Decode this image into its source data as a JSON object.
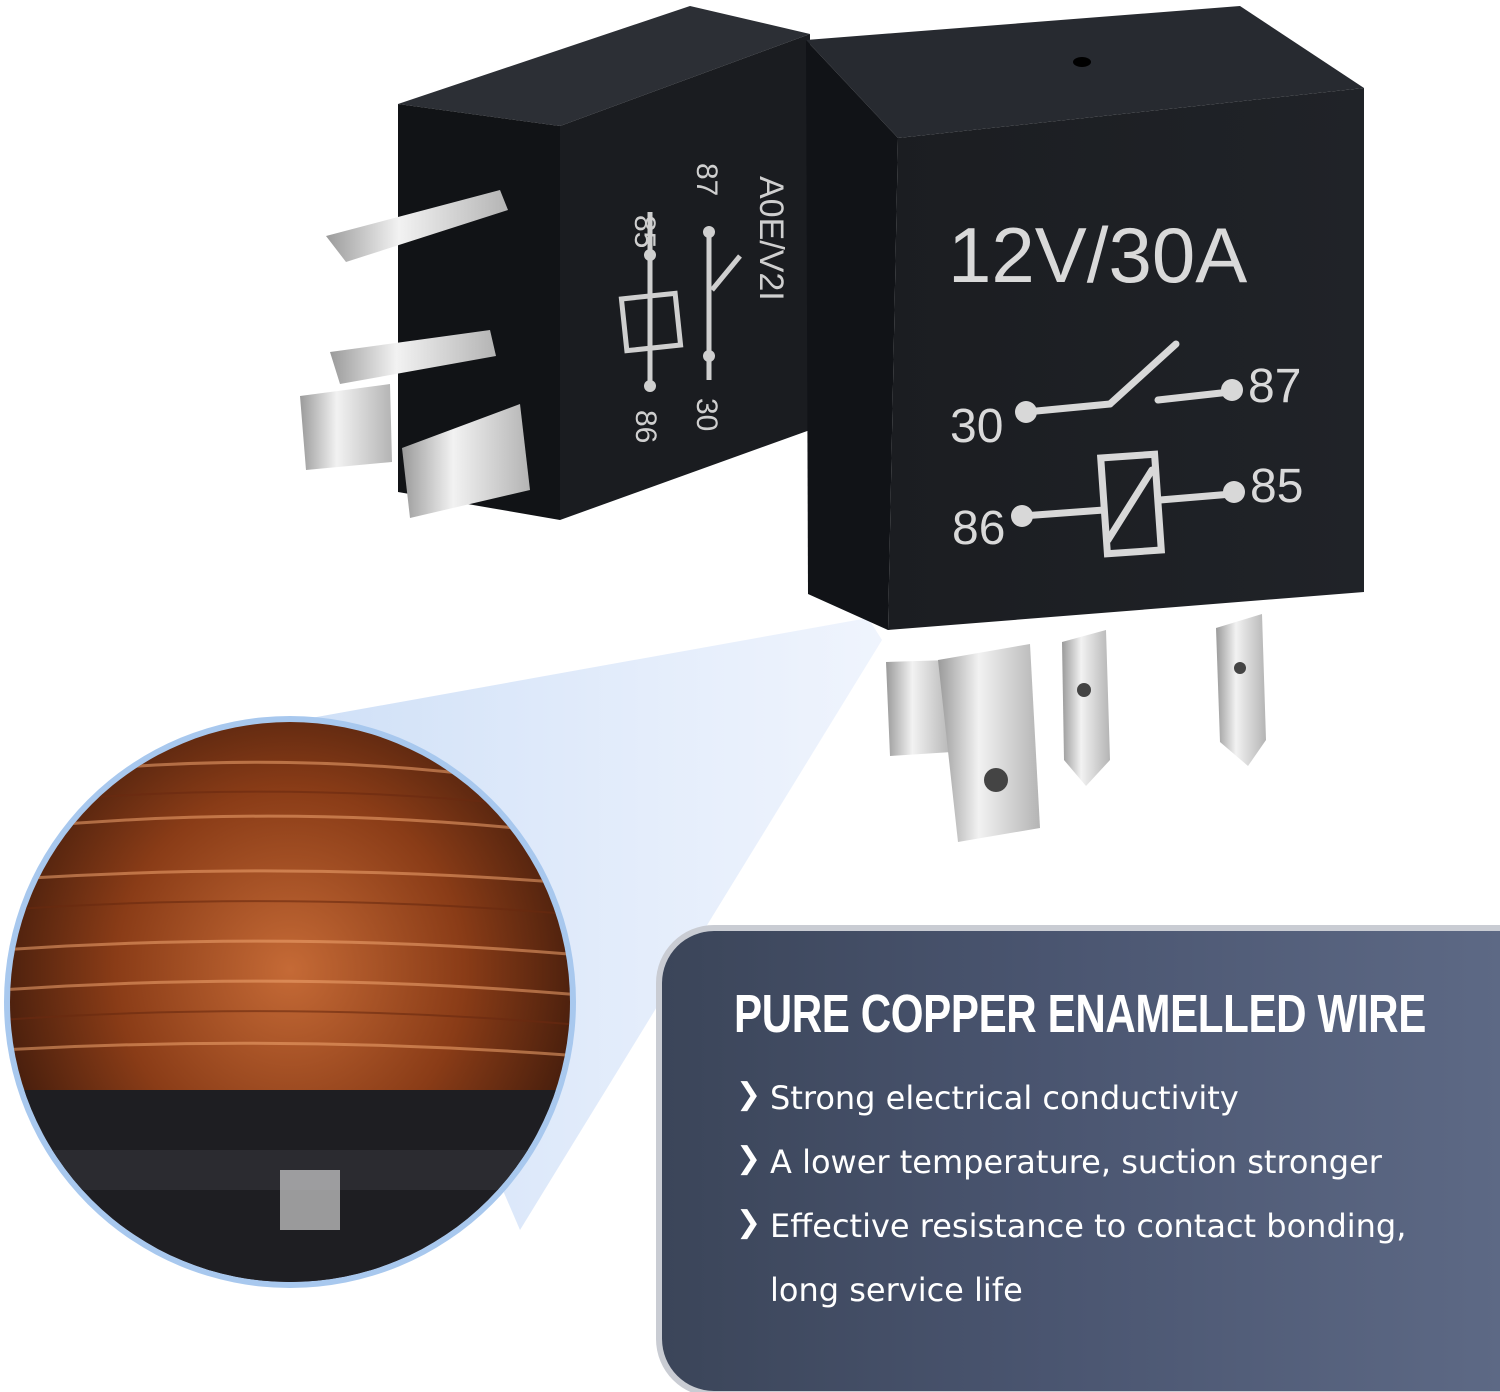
{
  "relay": {
    "rating": "12V/30A",
    "pins": {
      "p30": "30",
      "p87": "87",
      "p86": "86",
      "p85": "85"
    },
    "back_rating": "A0E/V2I",
    "back_pins": {
      "p87": "87",
      "p85": "85",
      "p30": "30",
      "p86": "86"
    }
  },
  "panel": {
    "title": "PURE COPPER ENAMELLED WIRE",
    "features": [
      "Strong electrical conductivity",
      "A lower temperature, suction stronger",
      "Effective resistance to contact bonding,",
      "long service life"
    ]
  },
  "colors": {
    "relay_body": "#17191d",
    "copper": "#b0572a",
    "panel_bg": "#4a5570",
    "zoom_ring": "#a8c8ee"
  },
  "icons": [
    "chevron-right-icon"
  ]
}
